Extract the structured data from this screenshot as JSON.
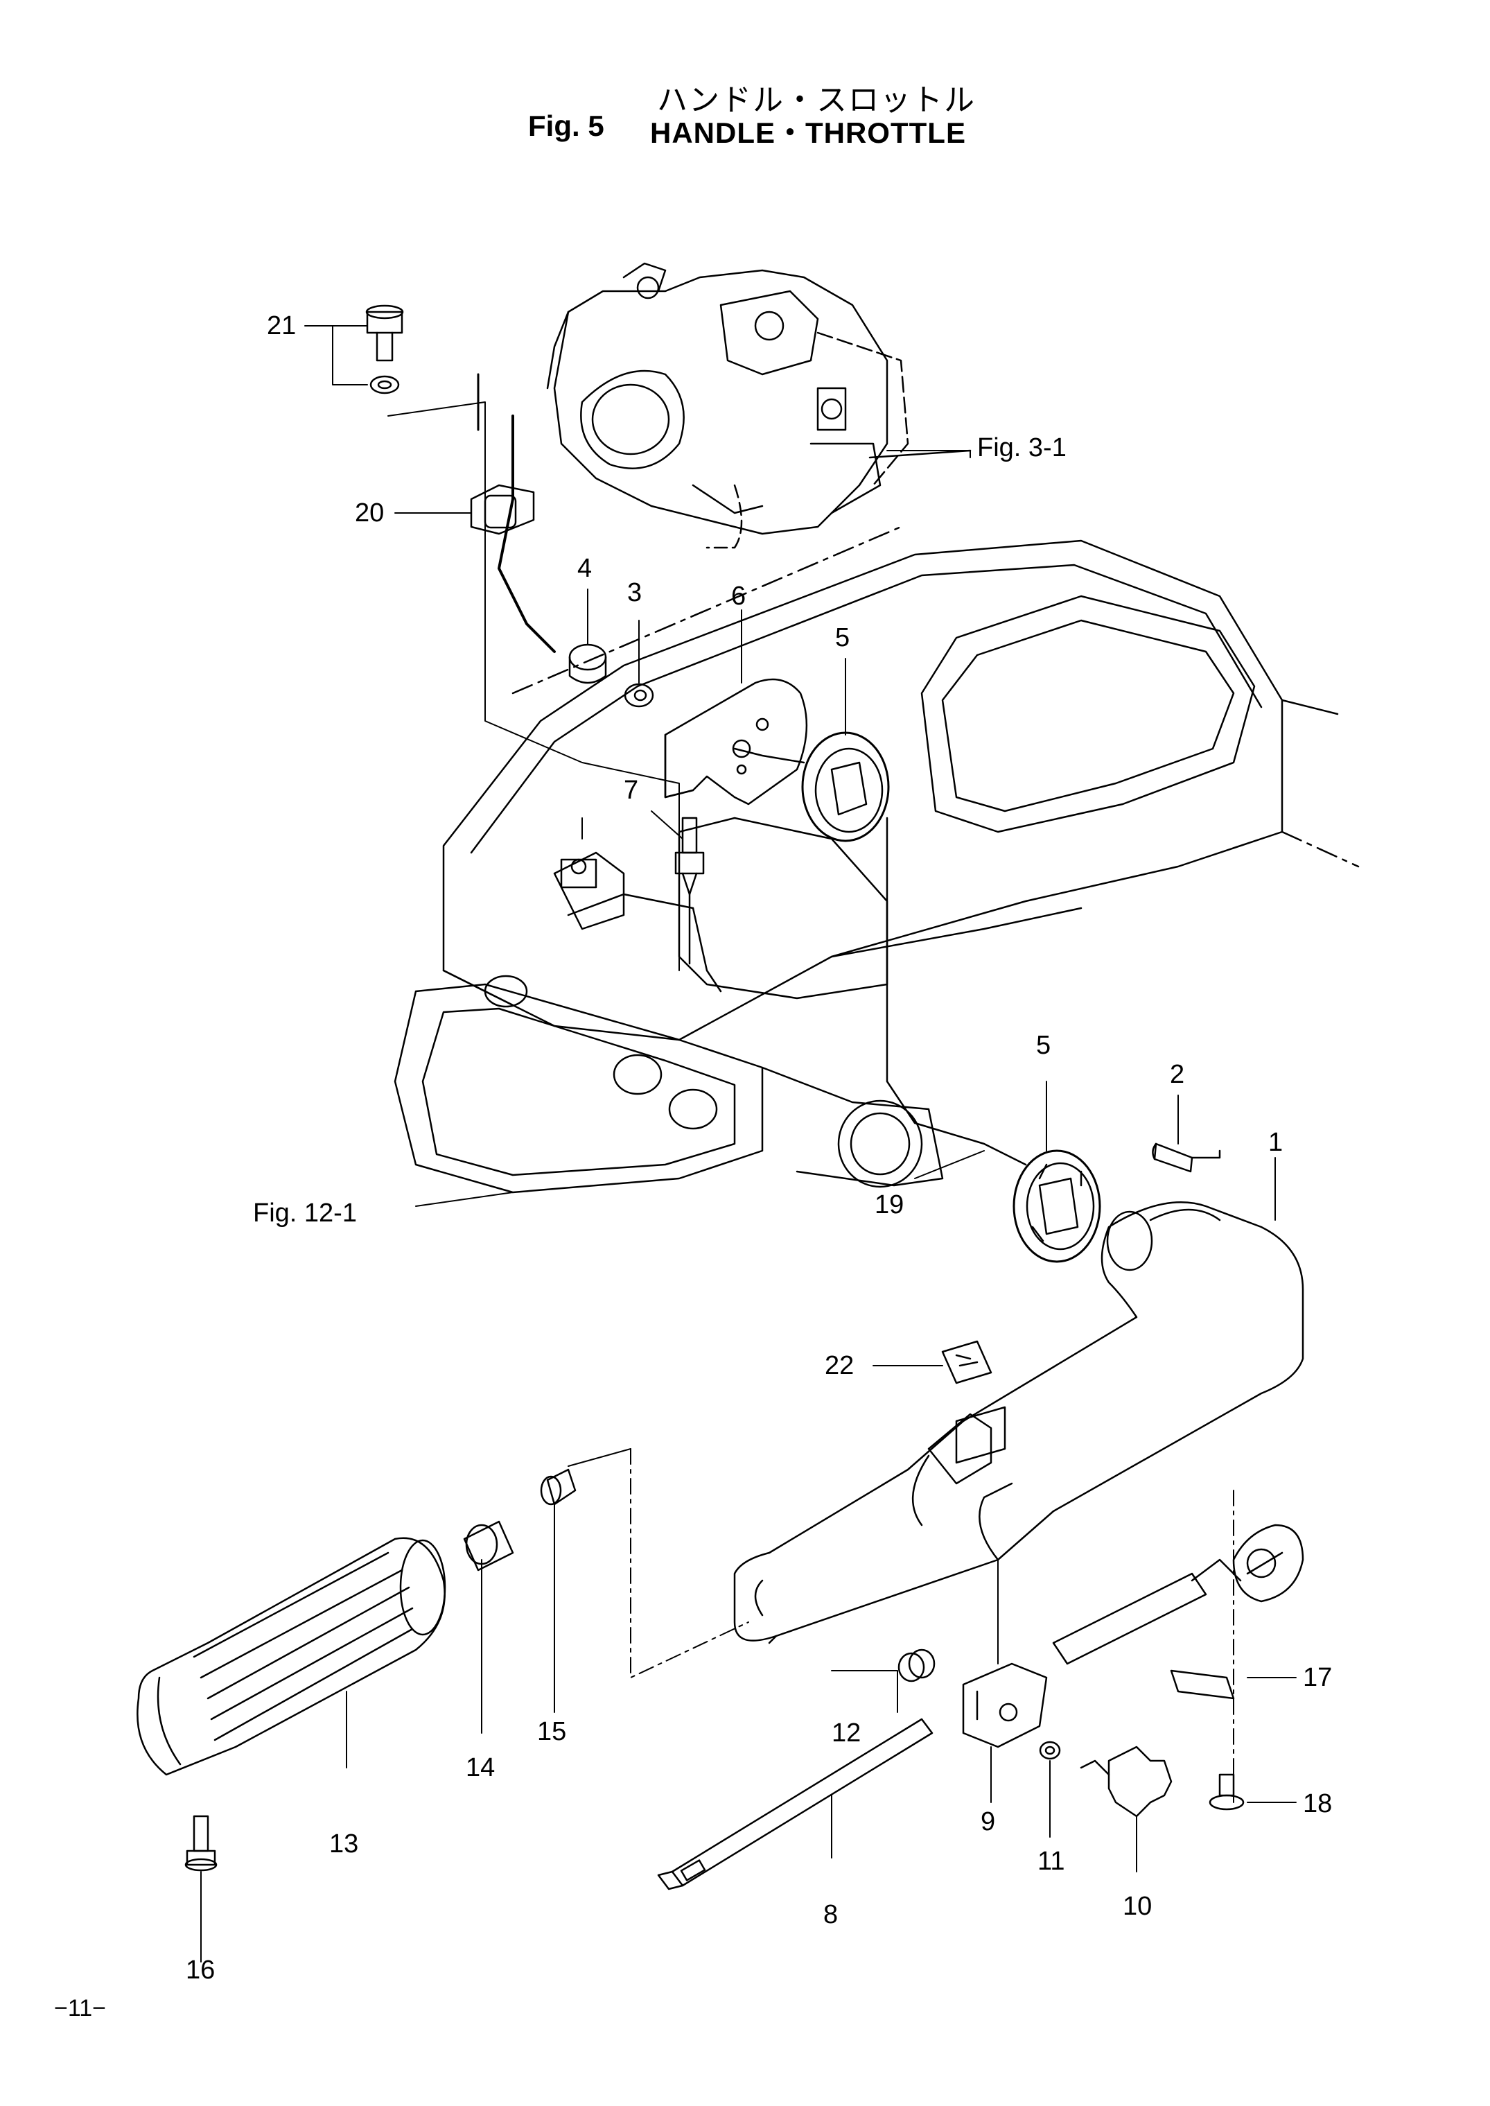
{
  "title": {
    "japanese": "ハンドル・スロットル",
    "fig": "Fig. 5",
    "english": "HANDLE・THROTTLE"
  },
  "callouts": {
    "c1": "1",
    "c2": "2",
    "c3": "3",
    "c4": "4",
    "c5a": "5",
    "c5b": "5",
    "c6": "6",
    "c7": "7",
    "c8": "8",
    "c9": "9",
    "c10": "10",
    "c11": "11",
    "c12": "12",
    "c13": "13",
    "c14": "14",
    "c15": "15",
    "c16": "16",
    "c17": "17",
    "c18": "18",
    "c19": "19",
    "c20": "20",
    "c21": "21",
    "c22": "22",
    "fig31": "Fig. 3-1",
    "fig121": "Fig. 12-1"
  },
  "page_number": "−11−"
}
